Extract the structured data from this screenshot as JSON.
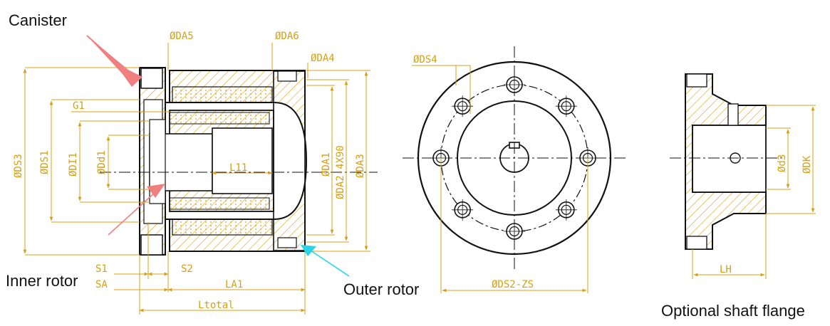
{
  "colors": {
    "dimension": "#d4a017",
    "outline": "#111111",
    "hatch": "#d4a017",
    "arrow_canister": "#f08080",
    "arrow_inner": "#f08080",
    "arrow_outer": "#27d4e8"
  },
  "callouts": {
    "canister": "Canister",
    "inner_rotor": "Inner rotor",
    "outer_rotor": "Outer rotor",
    "shaft_flange": "Optional shaft flange"
  },
  "dims_side": {
    "da5": "ØDA5",
    "da6": "ØDA6",
    "da4": "ØDA4",
    "g1": "G1",
    "ds3": "ØDS3",
    "ds1": "ØDS1",
    "di1": "ØDI1",
    "dd1": "ØDd1",
    "l11": "L11",
    "da1": "ØDA1",
    "da2": "ØDA2-4X90",
    "da3": "ØDA3",
    "s1": "S1",
    "s2": "S2",
    "sa": "SA",
    "la1": "LA1",
    "ltotal": "Ltotal"
  },
  "dims_front": {
    "ds4": "ØDS4",
    "ds2": "ØDS2-ZS"
  },
  "dims_flange": {
    "d3": "Ød3",
    "dk": "ØDK",
    "lh": "LH"
  }
}
